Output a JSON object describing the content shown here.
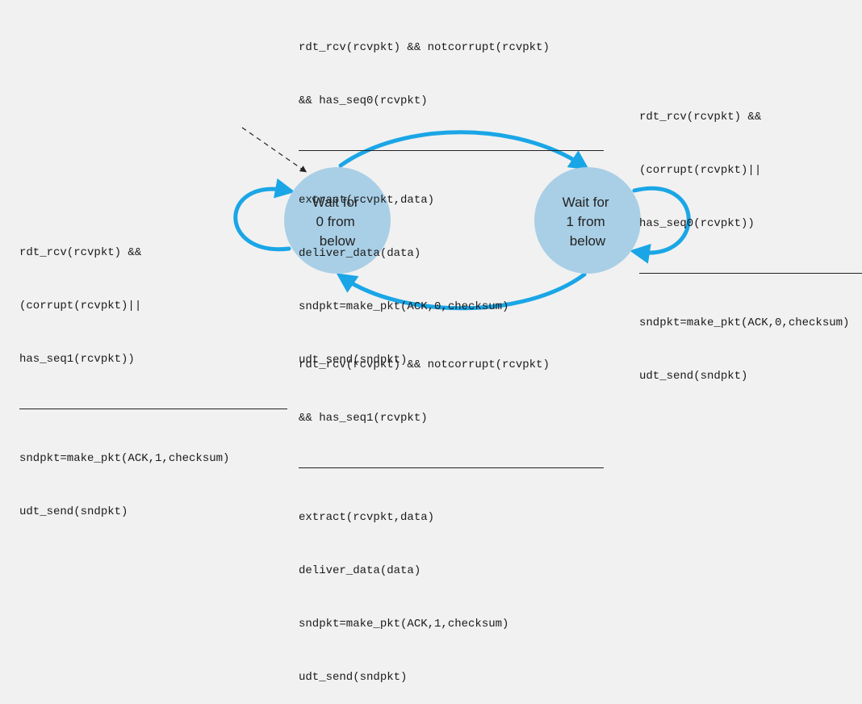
{
  "states": [
    {
      "id": "s0",
      "lines": [
        "Wait for",
        "0 from",
        "below"
      ]
    },
    {
      "id": "s1",
      "lines": [
        "Wait for",
        "1 from",
        "below"
      ]
    }
  ],
  "transitions": {
    "top": {
      "event": [
        "rdt_rcv(rcvpkt) && notcorrupt(rcvpkt)",
        "&& has_seq0(rcvpkt)"
      ],
      "action": [
        "extract(rcvpkt,data)",
        "deliver_data(data)",
        "sndpkt=make_pkt(ACK,0,checksum)",
        "udt_send(sndpkt)"
      ]
    },
    "right": {
      "event": [
        "rdt_rcv(rcvpkt) &&",
        "(corrupt(rcvpkt)||",
        "has_seq0(rcvpkt))"
      ],
      "action": [
        "sndpkt=make_pkt(ACK,0,checksum)",
        "udt_send(sndpkt)"
      ]
    },
    "left": {
      "event": [
        "rdt_rcv(rcvpkt) &&",
        "(corrupt(rcvpkt)||",
        "has_seq1(rcvpkt))"
      ],
      "action": [
        "sndpkt=make_pkt(ACK,1,checksum)",
        "udt_send(sndpkt)"
      ]
    },
    "bottom": {
      "event": [
        "rdt_rcv(rcvpkt) && notcorrupt(rcvpkt)",
        "&& has_seq1(rcvpkt)"
      ],
      "action": [
        "extract(rcvpkt,data)",
        "deliver_data(data)",
        "sndpkt=make_pkt(ACK,1,checksum)",
        "udt_send(sndpkt)"
      ]
    }
  },
  "colors": {
    "state_fill": "#a9cfe6",
    "arrow": "#1aa6e6",
    "text": "#1a1a1a",
    "background": "#f1f1f1"
  }
}
